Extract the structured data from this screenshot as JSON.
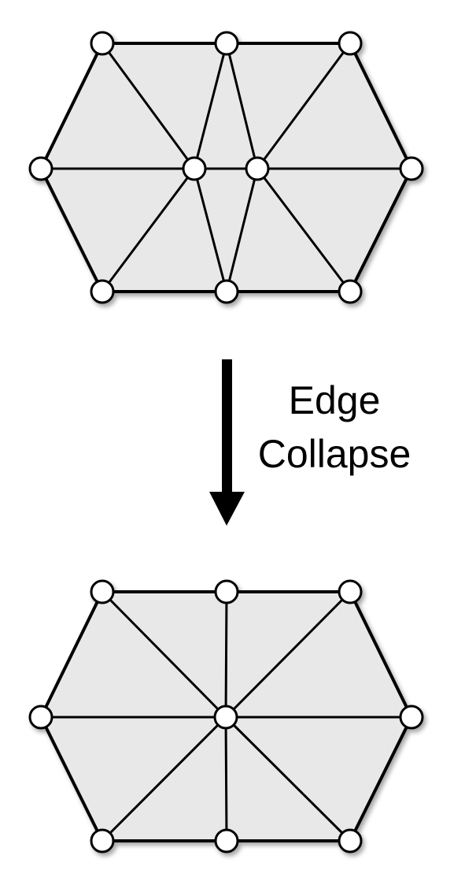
{
  "caption": {
    "line1": "Edge",
    "line2": "Collapse"
  },
  "arrow": {
    "direction": "down",
    "color": "#000000"
  },
  "meshes": {
    "before": {
      "vertex_count": 10,
      "face_color": "#e8e8e8"
    },
    "after": {
      "vertex_count": 9,
      "face_color": "#e8e8e8"
    }
  },
  "colors": {
    "background": "#ffffff",
    "stroke": "#000000",
    "vertex_fill": "#ffffff"
  }
}
